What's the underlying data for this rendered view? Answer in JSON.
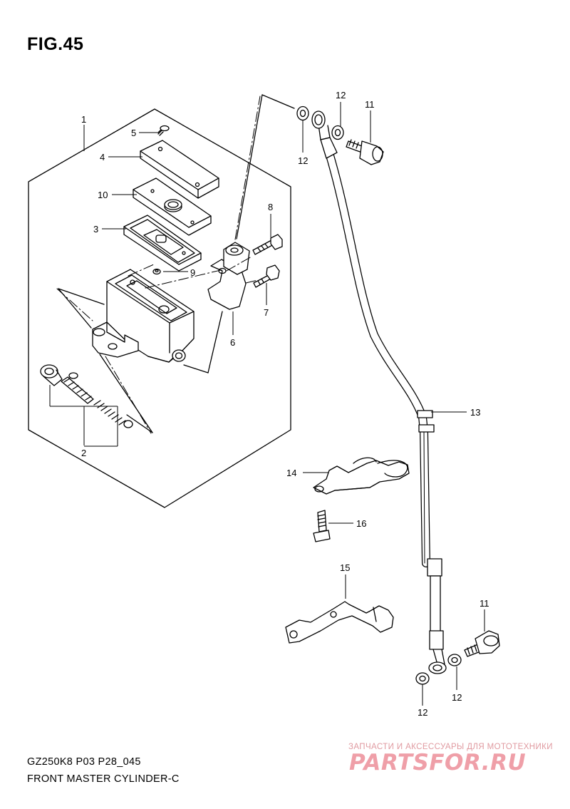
{
  "figure_title": "FIG.45",
  "model_code": "GZ250K8 P03 P28_045",
  "diagram_name": "FRONT MASTER CYLINDER-C",
  "watermark": {
    "tagline": "ЗАПЧАСТИ И АКСЕССУАРЫ ДЛЯ МОТОТЕХНИКИ",
    "brand": "PARTSFOR.RU"
  },
  "callouts": [
    {
      "id": "c1",
      "label": "1"
    },
    {
      "id": "c2",
      "label": "2"
    },
    {
      "id": "c3",
      "label": "3"
    },
    {
      "id": "c4",
      "label": "4"
    },
    {
      "id": "c5",
      "label": "5"
    },
    {
      "id": "c6",
      "label": "6"
    },
    {
      "id": "c7",
      "label": "7"
    },
    {
      "id": "c8",
      "label": "8"
    },
    {
      "id": "c9",
      "label": "9"
    },
    {
      "id": "c10",
      "label": "10"
    },
    {
      "id": "c11a",
      "label": "11"
    },
    {
      "id": "c11b",
      "label": "11"
    },
    {
      "id": "c12a",
      "label": "12"
    },
    {
      "id": "c12b",
      "label": "12"
    },
    {
      "id": "c12c",
      "label": "12"
    },
    {
      "id": "c12d",
      "label": "12"
    },
    {
      "id": "c13",
      "label": "13"
    },
    {
      "id": "c14",
      "label": "14"
    },
    {
      "id": "c15",
      "label": "15"
    },
    {
      "id": "c16",
      "label": "16"
    }
  ],
  "colors": {
    "line": "#000000",
    "watermark": "#ef9fa8"
  }
}
